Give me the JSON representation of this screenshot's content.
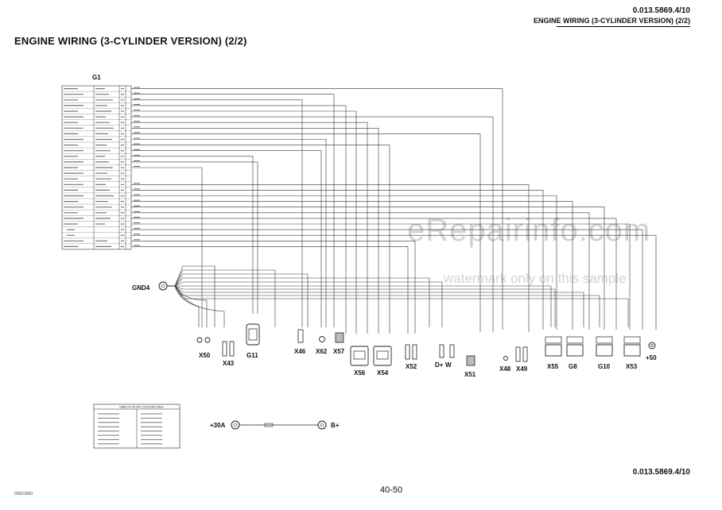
{
  "header": {
    "code": "0.013.5869.4/10",
    "title": "ENGINE WIRING (3-CYLINDER VERSION) (2/2)"
  },
  "page_title": "ENGINE WIRING (3-CYLINDER VERSION) (2/2)",
  "footer": {
    "code": "0.013.5869.4/10",
    "page": "40-50",
    "small_code": "D0023000"
  },
  "watermark": {
    "line1": "eRepairinfo.com",
    "line2": "watermark only on this sample"
  },
  "g1_block": {
    "label": "G1",
    "row_count": 29
  },
  "ground": {
    "label": "GND4"
  },
  "connectors": [
    {
      "id": "X50"
    },
    {
      "id": "X43"
    },
    {
      "id": "G11"
    },
    {
      "id": "X46"
    },
    {
      "id": "X62"
    },
    {
      "id": "X57"
    },
    {
      "id": "X56"
    },
    {
      "id": "X54"
    },
    {
      "id": "X52"
    },
    {
      "id": "D+"
    },
    {
      "id": "W"
    },
    {
      "id": "X51"
    },
    {
      "id": "X48"
    },
    {
      "id": "X49"
    },
    {
      "id": "X55"
    },
    {
      "id": "G8"
    },
    {
      "id": "G10"
    },
    {
      "id": "X53"
    },
    {
      "id": "+50"
    }
  ],
  "battery": {
    "left": "+30A",
    "right": "B+"
  },
  "colour_table": {
    "title": "TABELLA COLORI / COLOURS TABLE",
    "rows": 8
  }
}
